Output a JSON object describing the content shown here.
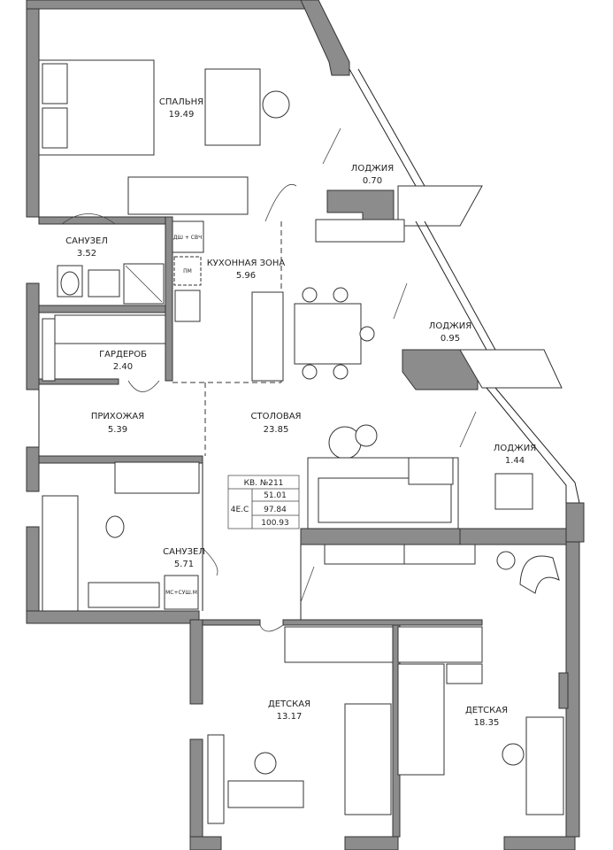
{
  "rooms": [
    {
      "name": "СПАЛЬНЯ",
      "area": "19.49"
    },
    {
      "name": "ЛОДЖИЯ",
      "area": "0.70"
    },
    {
      "name": "САНУЗЕЛ",
      "area": "3.52"
    },
    {
      "name": "КУХОННАЯ ЗОНА",
      "area": "5.96"
    },
    {
      "name": "ЛОДЖИЯ",
      "area": "0.95"
    },
    {
      "name": "ГАРДЕРОБ",
      "area": "2.40"
    },
    {
      "name": "ПРИХОЖАЯ",
      "area": "5.39"
    },
    {
      "name": "СТОЛОВАЯ",
      "area": "23.85"
    },
    {
      "name": "ЛОДЖИЯ",
      "area": "1.44"
    },
    {
      "name": "САНУЗЕЛ",
      "area": "5.71"
    },
    {
      "name": "ДЕТСКАЯ",
      "area": "13.17"
    },
    {
      "name": "ДЕТСКАЯ",
      "area": "18.35"
    }
  ],
  "appliances": {
    "dishwasher_microwave": "ДШ + СВЧ",
    "dishwasher": "ПМ",
    "washer_dryer": "МС+СУШ.М"
  },
  "info_box": {
    "apartment": "КВ. №211",
    "type": "4Е.С",
    "area_living": "51.01",
    "area_total": "97.84",
    "area_with_loggias": "100.93"
  }
}
